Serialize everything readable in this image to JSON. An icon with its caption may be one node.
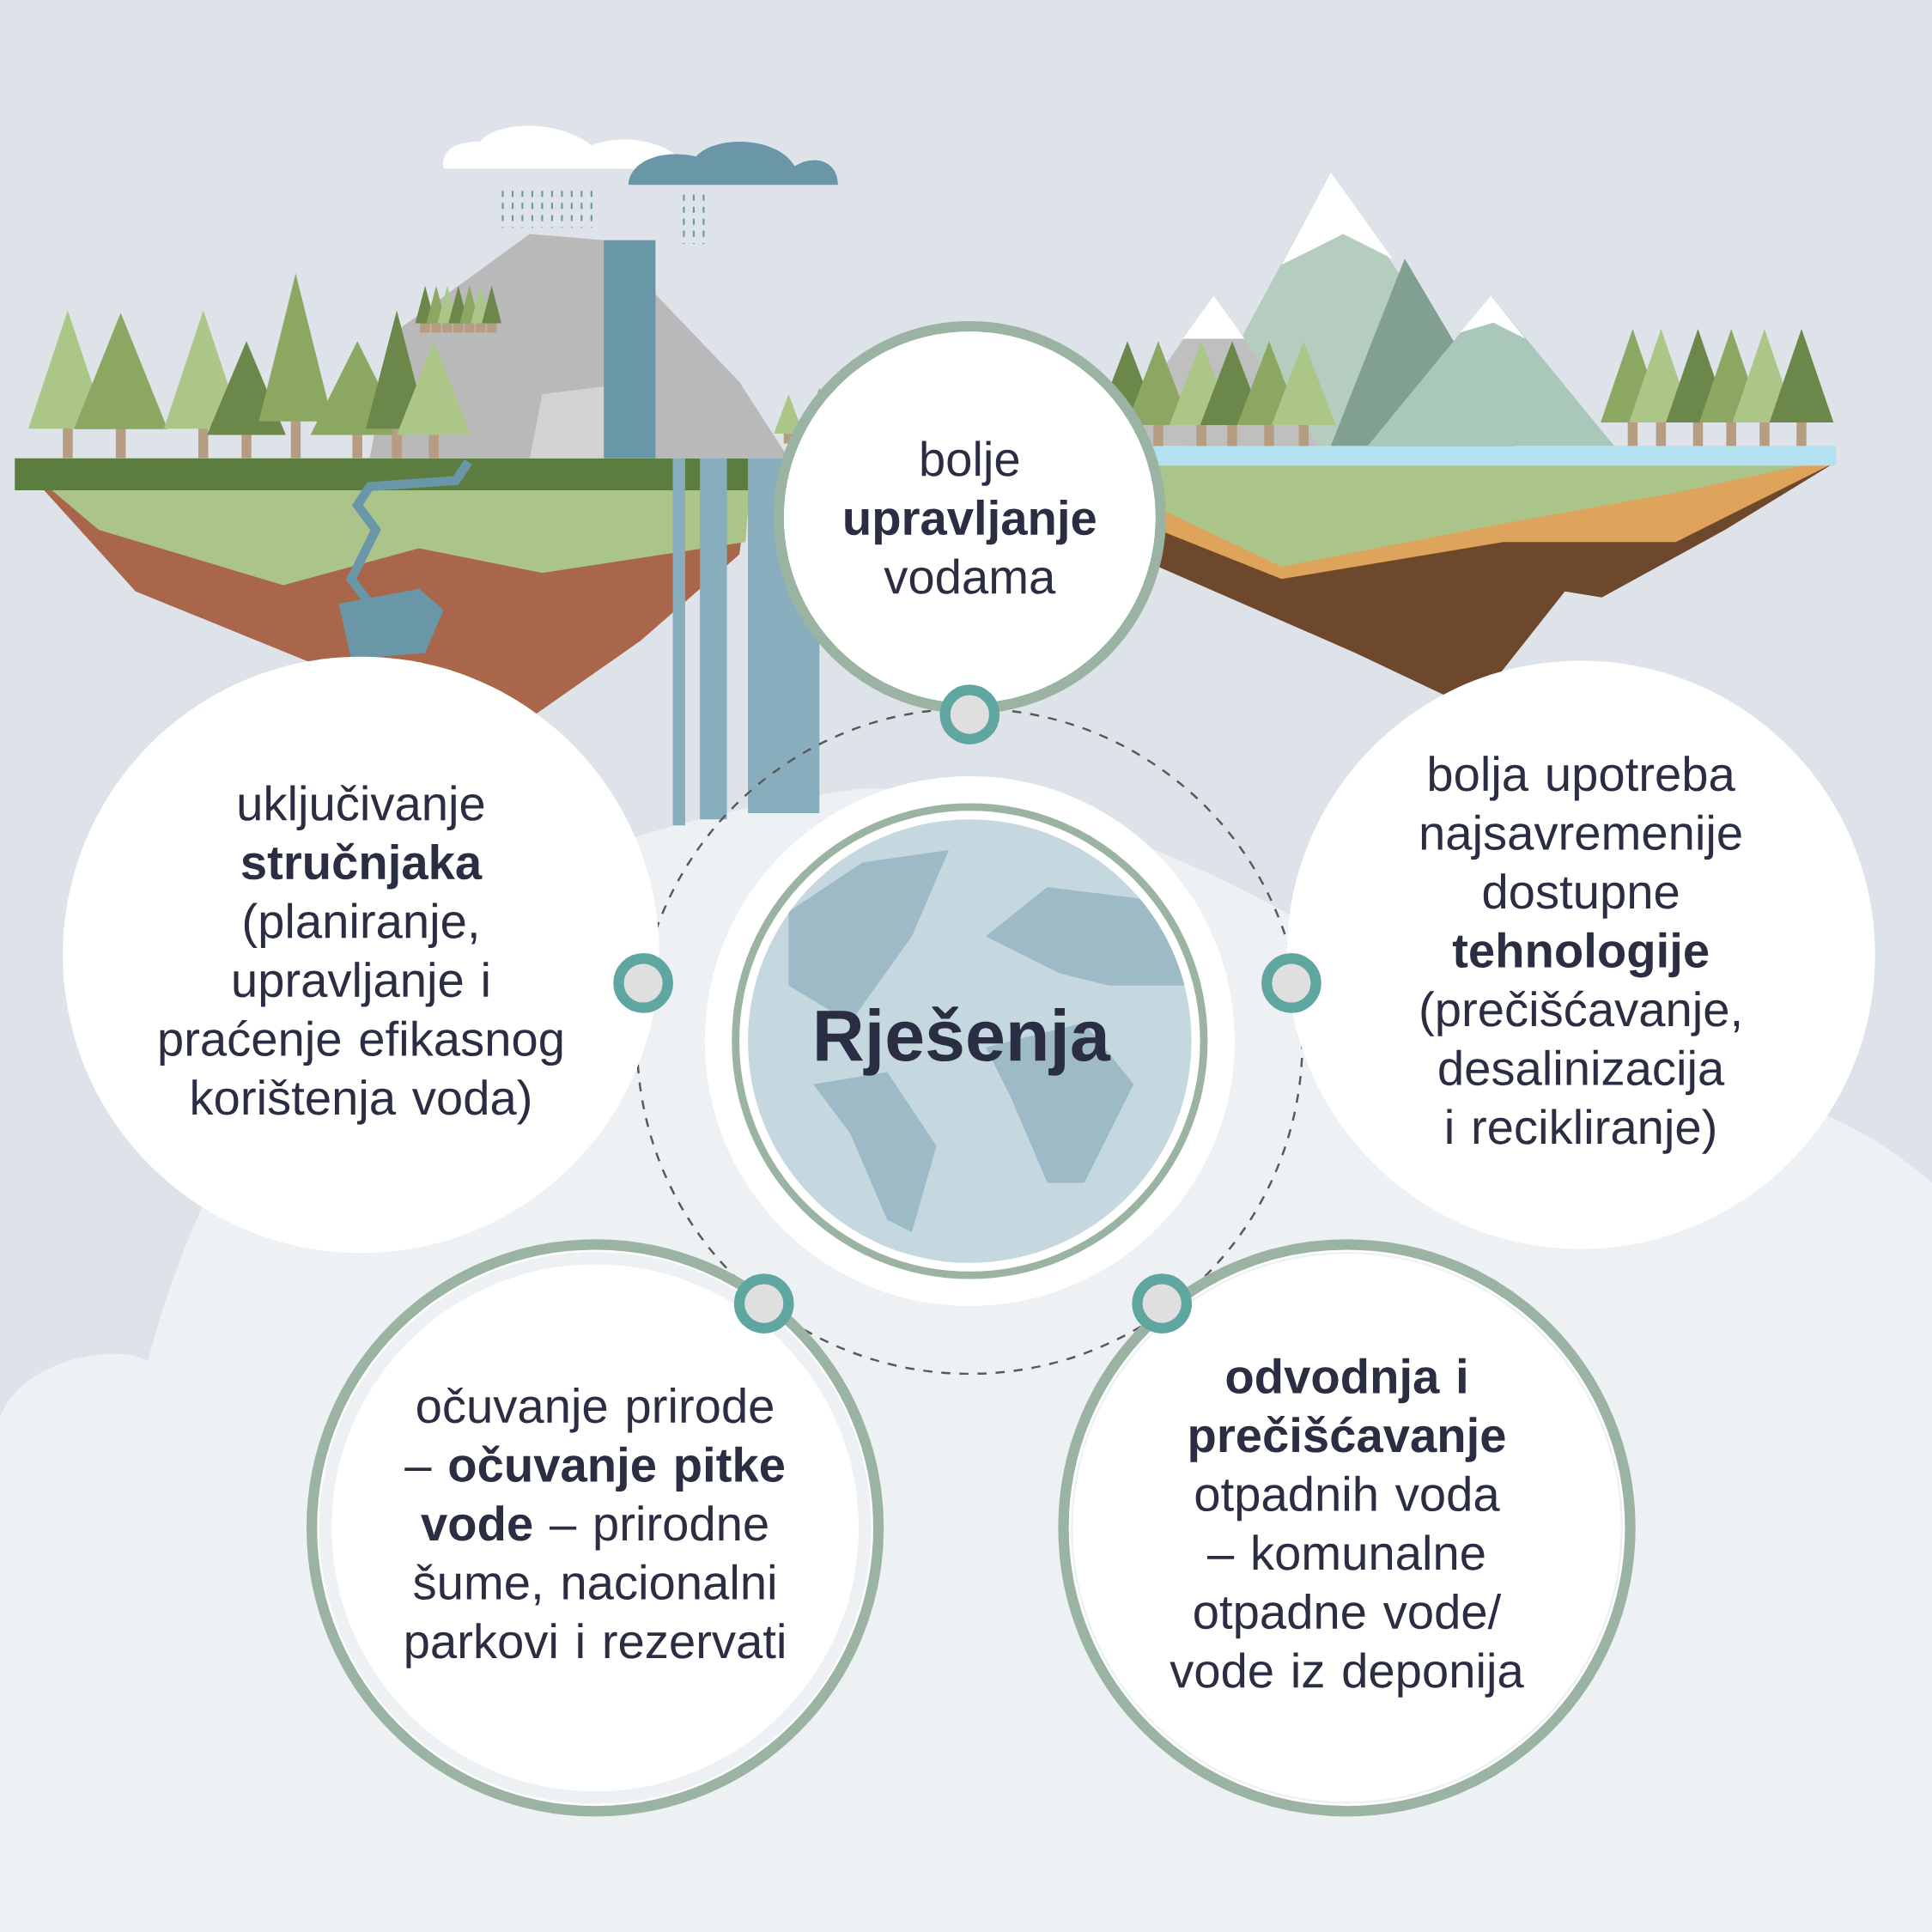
{
  "diagram": {
    "nodes": [
      {
        "text": [
          "bolje **upravljanje** vodama"
        ]
      },
      {
        "text": [
          "uključivanje **stručnjaka** (planiranje, upravljanje i praćenje efikasnog korištenja voda)"
        ]
      },
      {
        "text": [
          "Rješenja"
        ]
      },
      {
        "text": [
          "bolja upotreba najsavremenije dostupne **tehnologije** (prečišćavanje, desalinizacija i recikliranje)"
        ]
      },
      {
        "text": [
          "očuvanje prirode – **očuvanje pitke vode** – prirodne šume, nacionalni parkovi i rezervati"
        ]
      },
      {
        "text": [
          "**odvodnja i prečišćavanje** otpadnih voda – komunalne otpadne vode/ vode iz deponija"
        ]
      }
    ]
  }
}
